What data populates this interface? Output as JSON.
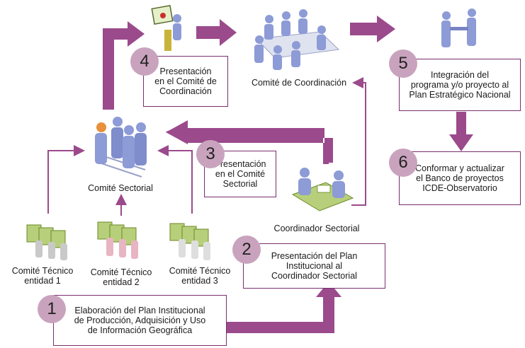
{
  "colors": {
    "arrow": "#9b4a8c",
    "thin_arrow": "#9b4a8c",
    "box_border": "#7a2e6e",
    "badge": "#c9a3bd",
    "person": "#8d9bd6"
  },
  "steps": [
    {
      "number": "1",
      "text": "Elaboración del Plan Institucional\nde Producción, Adquisición y Uso\nde Información Geográfica"
    },
    {
      "number": "2",
      "text": "Presentación del Plan\nInstitucional al\nCoordinador Sectorial"
    },
    {
      "number": "3",
      "text": "Presentación\nen el Comité\nSectorial"
    },
    {
      "number": "4",
      "text": "Presentación\nen el Comité de\nCoordinación"
    },
    {
      "number": "5",
      "text": "Integración del\nprograma y/o proyecto al\nPlan Estratégico Nacional"
    },
    {
      "number": "6",
      "text": "Conformar y actualizar\nel Banco de proyectos\nICDE-Observatorio"
    }
  ],
  "actors": {
    "comite_sectorial": "Comité Sectorial",
    "comite_coordinacion": "Comité de Coordinación",
    "coordinador_sectorial": "Coordinador Sectorial",
    "tecnico_1": "Comité Técnico\nentidad 1",
    "tecnico_2": "Comité Técnico\nentidad 2",
    "tecnico_3": "Comité Técnico\nentidad 3"
  },
  "icons": [
    "presenter-icon",
    "meeting-table-icon",
    "handshake-icon",
    "sectoral-committee-icon",
    "coordinator-desk-icon",
    "technical-committee-icon"
  ]
}
